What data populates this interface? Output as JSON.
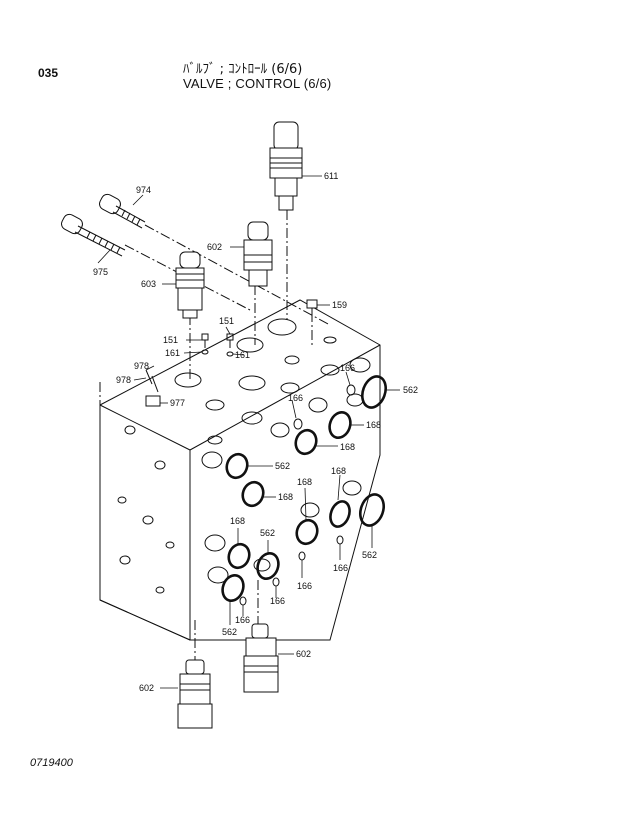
{
  "page_number": "035",
  "title_jp": "ﾊﾞﾙﾌﾞ ; ｺﾝﾄﾛｰﾙ (6/6)",
  "title_en": "VALVE ; CONTROL (6/6)",
  "footer_code": "0719400",
  "parts": [
    {
      "id": "974",
      "label": "974"
    },
    {
      "id": "975",
      "label": "975"
    },
    {
      "id": "611",
      "label": "611"
    },
    {
      "id": "602a",
      "label": "602"
    },
    {
      "id": "603",
      "label": "603"
    },
    {
      "id": "159",
      "label": "159"
    },
    {
      "id": "151a",
      "label": "151"
    },
    {
      "id": "151b",
      "label": "151"
    },
    {
      "id": "161a",
      "label": "161"
    },
    {
      "id": "161b",
      "label": "161"
    },
    {
      "id": "978a",
      "label": "978"
    },
    {
      "id": "978b",
      "label": "978"
    },
    {
      "id": "977",
      "label": "977"
    },
    {
      "id": "166a",
      "label": "166"
    },
    {
      "id": "166b",
      "label": "166"
    },
    {
      "id": "562a",
      "label": "562"
    },
    {
      "id": "168a",
      "label": "168"
    },
    {
      "id": "168b",
      "label": "168"
    },
    {
      "id": "168c",
      "label": "168"
    },
    {
      "id": "562b",
      "label": "562"
    },
    {
      "id": "168d",
      "label": "168"
    },
    {
      "id": "168e",
      "label": "168"
    },
    {
      "id": "562c",
      "label": "562"
    },
    {
      "id": "168f",
      "label": "168"
    },
    {
      "id": "562d",
      "label": "562"
    },
    {
      "id": "166c",
      "label": "166"
    },
    {
      "id": "166d",
      "label": "166"
    },
    {
      "id": "166e",
      "label": "166"
    },
    {
      "id": "166f",
      "label": "166"
    },
    {
      "id": "562e",
      "label": "562"
    },
    {
      "id": "602b",
      "label": "602"
    },
    {
      "id": "602c",
      "label": "602"
    }
  ]
}
